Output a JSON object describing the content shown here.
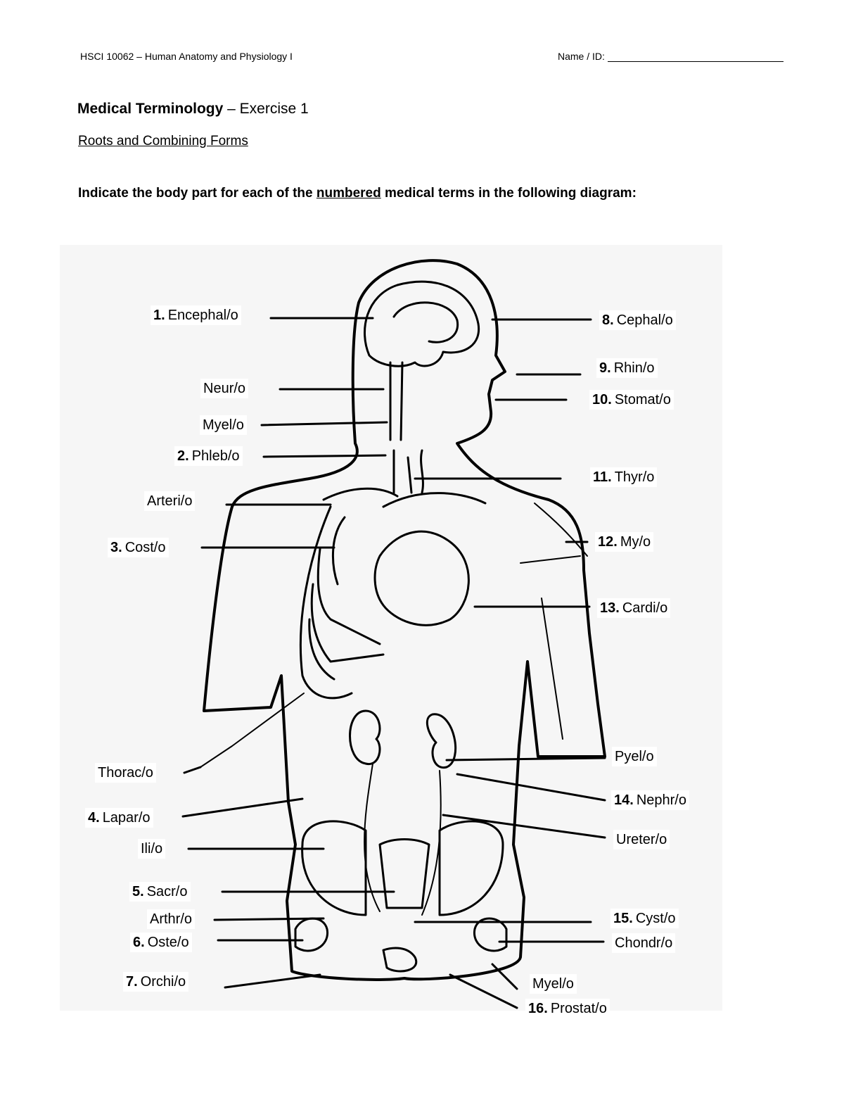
{
  "header": {
    "course": "HSCI 10062 – Human Anatomy and Physiology I",
    "name_label": "Name / ID:"
  },
  "title": {
    "bold": "Medical Terminology",
    "rest": " – Exercise 1"
  },
  "subtitle": "Roots and Combining Forms",
  "instruction": {
    "before": "Indicate the body part for each of the ",
    "underlined": "numbered",
    "after": " medical terms in the following diagram:"
  },
  "labels": {
    "encephalo": {
      "num": "1.",
      "term": "Encephal/o"
    },
    "neuro": {
      "num": "",
      "term": "Neur/o"
    },
    "myelo_top": {
      "num": "",
      "term": "Myel/o"
    },
    "phlebo": {
      "num": "2.",
      "term": "Phleb/o"
    },
    "arterio": {
      "num": "",
      "term": "Arteri/o"
    },
    "costo": {
      "num": "3.",
      "term": "Cost/o"
    },
    "thoraco": {
      "num": "",
      "term": "Thorac/o"
    },
    "laparo": {
      "num": "4.",
      "term": "Lapar/o"
    },
    "ilio": {
      "num": "",
      "term": "Ili/o"
    },
    "sacro": {
      "num": "5.",
      "term": "Sacr/o"
    },
    "arthro": {
      "num": "",
      "term": "Arthr/o"
    },
    "osteo": {
      "num": "6.",
      "term": "Oste/o"
    },
    "orchio": {
      "num": "7.",
      "term": "Orchi/o"
    },
    "cephalo": {
      "num": "8.",
      "term": "Cephal/o"
    },
    "rhino": {
      "num": "9.",
      "term": "Rhin/o"
    },
    "stomato": {
      "num": "10.",
      "term": "Stomat/o"
    },
    "thyro": {
      "num": "11.",
      "term": "Thyr/o"
    },
    "myo": {
      "num": "12.",
      "term": "My/o"
    },
    "cardio": {
      "num": "13.",
      "term": "Cardi/o"
    },
    "pyelo": {
      "num": "",
      "term": "Pyel/o"
    },
    "nephro": {
      "num": "14.",
      "term": "Nephr/o"
    },
    "uretero": {
      "num": "",
      "term": "Ureter/o"
    },
    "cysto": {
      "num": "15.",
      "term": "Cyst/o"
    },
    "chondro": {
      "num": "",
      "term": "Chondr/o"
    },
    "myelo_bottom": {
      "num": "",
      "term": "Myel/o"
    },
    "prostato": {
      "num": "16.",
      "term": "Prostat/o"
    }
  }
}
